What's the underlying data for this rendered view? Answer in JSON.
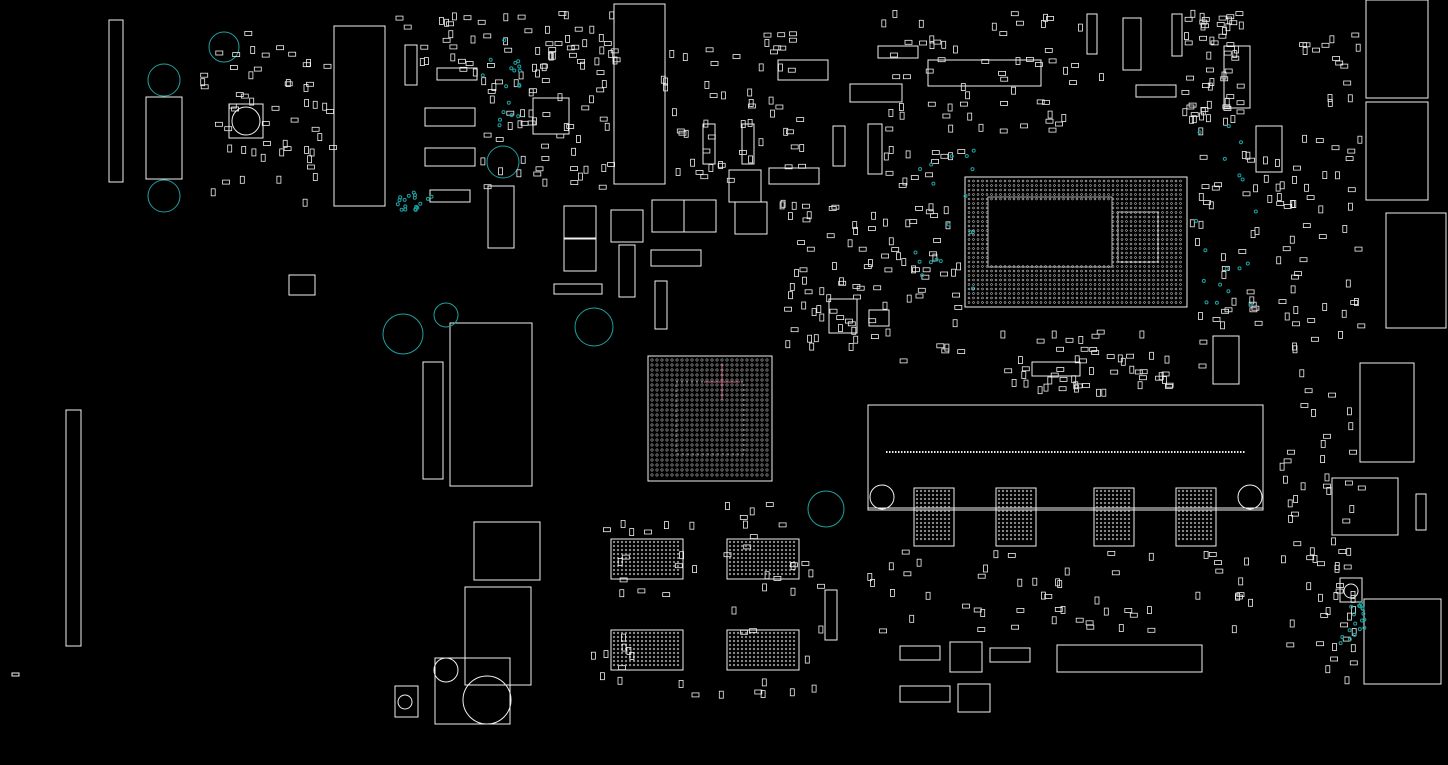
{
  "viewer": {
    "background": "#000000",
    "outline_color": "#f0f0f0",
    "via_color": "#1fa0a0",
    "marker_color": "#c0607a"
  },
  "layers": [
    "component-outlines",
    "mounting-holes",
    "test-pads",
    "cursor-marker"
  ]
}
